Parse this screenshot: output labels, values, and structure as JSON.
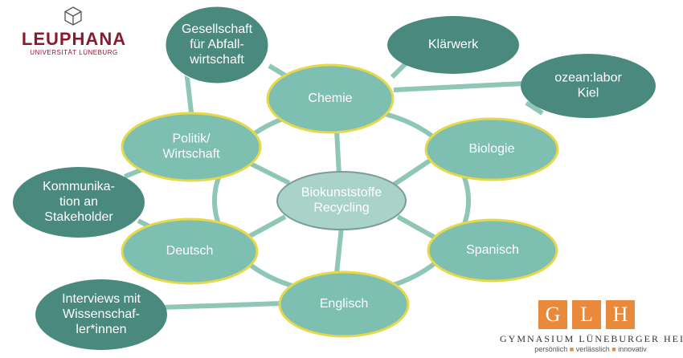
{
  "center": {
    "lines": [
      "Biokunststoffe",
      "Recycling"
    ]
  },
  "ring_nodes": [
    {
      "id": "chemie",
      "lines": [
        "Chemie"
      ]
    },
    {
      "id": "biologie",
      "lines": [
        "Biologie"
      ]
    },
    {
      "id": "spanisch",
      "lines": [
        "Spanisch"
      ]
    },
    {
      "id": "englisch",
      "lines": [
        "Englisch"
      ]
    },
    {
      "id": "deutsch",
      "lines": [
        "Deutsch"
      ]
    },
    {
      "id": "politik",
      "lines": [
        "Politik/",
        "Wirtschaft"
      ]
    }
  ],
  "partner_nodes": [
    {
      "id": "gesellschaft",
      "lines": [
        "Gesellschaft",
        "für Abfall-",
        "wirtschaft"
      ]
    },
    {
      "id": "klaerwerk",
      "lines": [
        "Klärwerk"
      ]
    },
    {
      "id": "ozeanlabor",
      "lines": [
        "ozean:labor",
        "Kiel"
      ]
    },
    {
      "id": "kommunikation",
      "lines": [
        "Kommunika-",
        "tion an",
        "Stakeholder"
      ]
    },
    {
      "id": "interviews",
      "lines": [
        "Interviews mit",
        "Wissenschaf-",
        "ler*innen"
      ]
    }
  ],
  "logos": {
    "leuphana": {
      "name": "LEUPHANA",
      "subtitle": "UNIVERSITÄT LÜNEBURG"
    },
    "glh": {
      "letters": [
        "G",
        "L",
        "H"
      ],
      "name": "GYMNASIUM LÜNEBURGER HEIDE",
      "tagline": [
        "persönlich",
        "verlässlich",
        "innovativ"
      ]
    }
  },
  "colors": {
    "ring_fill": "#7dbfb0",
    "ring_stroke": "#e6d84a",
    "center_fill": "#a9d3c9",
    "partner_fill": "#4a8a7e",
    "connector": "#8ec6b8",
    "leuphana": "#8b1a2e",
    "glh": "#e8893b"
  }
}
